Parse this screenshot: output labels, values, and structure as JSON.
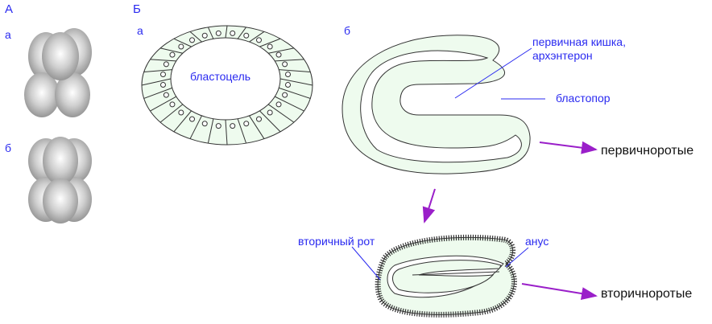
{
  "panel_a": {
    "label": "А",
    "sub_a": "а",
    "sub_b": "б"
  },
  "panel_b": {
    "label": "Б",
    "sub_a": "а",
    "sub_b": "б"
  },
  "labels": {
    "blastocoel": "бластоцель",
    "archenteron_1": "первичная кишка,",
    "archenteron_2": "архэнтерон",
    "blastopore": "бластопор",
    "protostomes": "первичноротые",
    "secondary_mouth": "вторичный рот",
    "anus": "анус",
    "deuterostomes": "вторичноротые"
  },
  "colors": {
    "label": "#2a2af0",
    "arrow": "#9a1fc9",
    "cell_fill": "#eefbee"
  }
}
